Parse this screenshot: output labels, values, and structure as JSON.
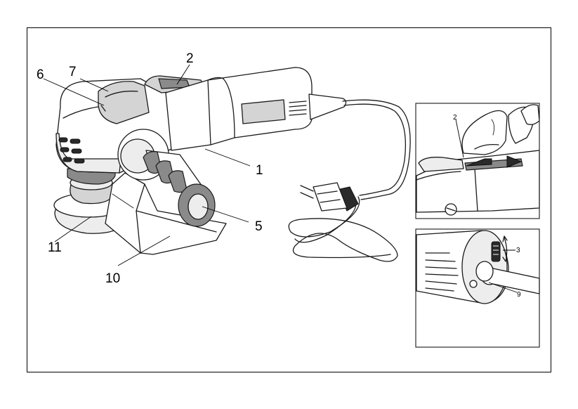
{
  "main_callouts": {
    "c1": "1",
    "c2": "2",
    "c5": "5",
    "c6": "6",
    "c7": "7",
    "c10": "10",
    "c11": "11"
  },
  "inset_top": {
    "c2": "2"
  },
  "inset_bottom": {
    "c3": "3",
    "c9": "9"
  }
}
